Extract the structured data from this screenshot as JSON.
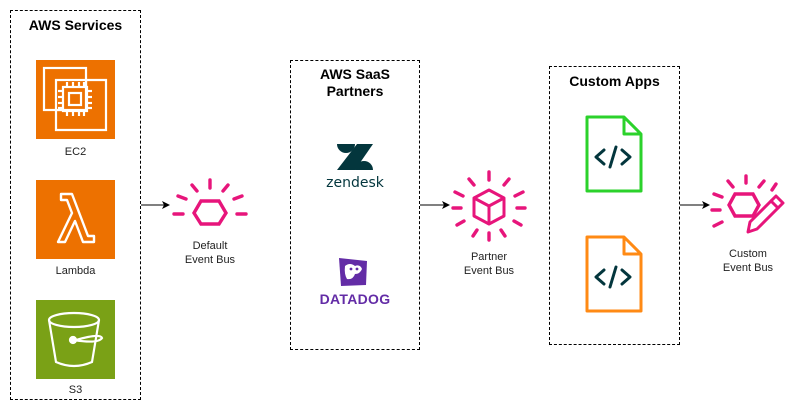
{
  "groups": {
    "aws_services": {
      "title": "AWS Services"
    },
    "saas_partners": {
      "title_line1": "AWS SaaS",
      "title_line2": "Partners"
    },
    "custom_apps": {
      "title": "Custom Apps"
    }
  },
  "services": {
    "ec2": "EC2",
    "lambda": "Lambda",
    "s3": "S3"
  },
  "partners": {
    "zendesk": "zendesk",
    "datadog": "DATADOG"
  },
  "buses": {
    "default": {
      "line1": "Default",
      "line2": "Event Bus"
    },
    "partner": {
      "line1": "Partner",
      "line2": "Event Bus"
    },
    "custom": {
      "line1": "Custom",
      "line2": "Event Bus"
    }
  },
  "colors": {
    "ec2_lambda_bg": "#ED7100",
    "s3_bg": "#7AA116",
    "eventbridge": "#E7157B",
    "custom_app_green": "#2BD22B",
    "custom_app_orange": "#FF8A14",
    "zendesk": "#03363D",
    "datadog": "#632CA6"
  },
  "icons": {
    "ec2": "ec2-chip-icon",
    "lambda": "lambda-icon",
    "s3": "s3-bucket-icon",
    "default_bus": "eventbridge-default-bus-icon",
    "partner_bus": "eventbridge-partner-bus-icon",
    "custom_bus": "eventbridge-custom-bus-icon",
    "app_green": "code-file-icon",
    "app_orange": "code-file-icon"
  }
}
